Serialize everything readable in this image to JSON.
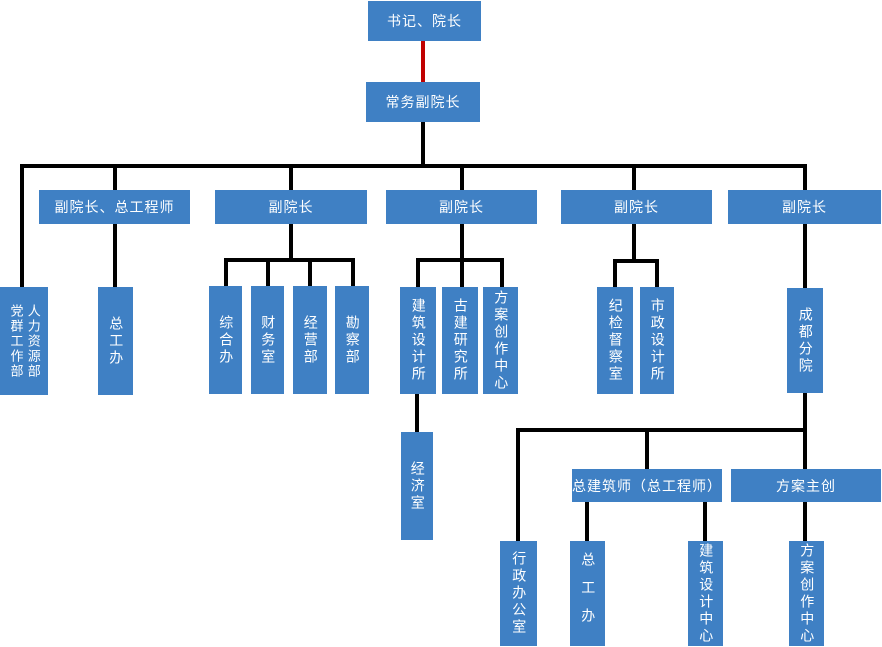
{
  "colors": {
    "node_fill": "#3f80c4",
    "node_text": "#ffffff",
    "connector": "#000000",
    "root_connector": "#c00000"
  },
  "nodes": {
    "root": "书记、院长",
    "executive_vice_dean": "常务副院长",
    "vice_deans": [
      "副院长、总工程师",
      "副院长",
      "副院长",
      "副院长",
      "副院长"
    ],
    "party_mass_dept": "党群工作部",
    "hr_dept": "人力资源部",
    "chief_engineer_office": "总工办",
    "general_office": "综合办",
    "finance_office": "财务室",
    "operations_dept": "经营部",
    "survey_dept": "勘察部",
    "architecture_design_institute": "建筑设计所",
    "ancient_architecture_institute": "古建研究所",
    "scheme_creation_center": "方案创作中心",
    "economy_office": "经济室",
    "discipline_inspection_office": "纪检督察室",
    "municipal_design_institute": "市政设计所",
    "chengdu_branch": "成都分院",
    "chief_architect": "总建筑师（总工程师）",
    "scheme_lead": "方案主创",
    "admin_office": "行政办公室",
    "chief_engineer_office_branch": "总工办",
    "architecture_design_center": "建筑设计中心",
    "scheme_creation_center_branch": "方案创作中心"
  },
  "hierarchy": {
    "书记、院长": {
      "常务副院长": {
        "副院长、总工程师": [
          "总工办"
        ],
        "副院长(2)": [
          "综合办",
          "财务室",
          "经营部",
          "勘察部"
        ],
        "副院长(3)": {
          "建筑设计所": [
            "经济室"
          ],
          "古建研究所": [],
          "方案创作中心": []
        },
        "副院长(4)": [
          "纪检督察室",
          "市政设计所"
        ],
        "副院长(5)": {
          "成都分院": {
            "行政办公室": [],
            "总建筑师（总工程师）": [
              "总工办",
              "建筑设计中心"
            ],
            "方案主创": [
              "方案创作中心"
            ]
          }
        },
        "直属": [
          "党群工作部",
          "人力资源部"
        ]
      }
    }
  }
}
